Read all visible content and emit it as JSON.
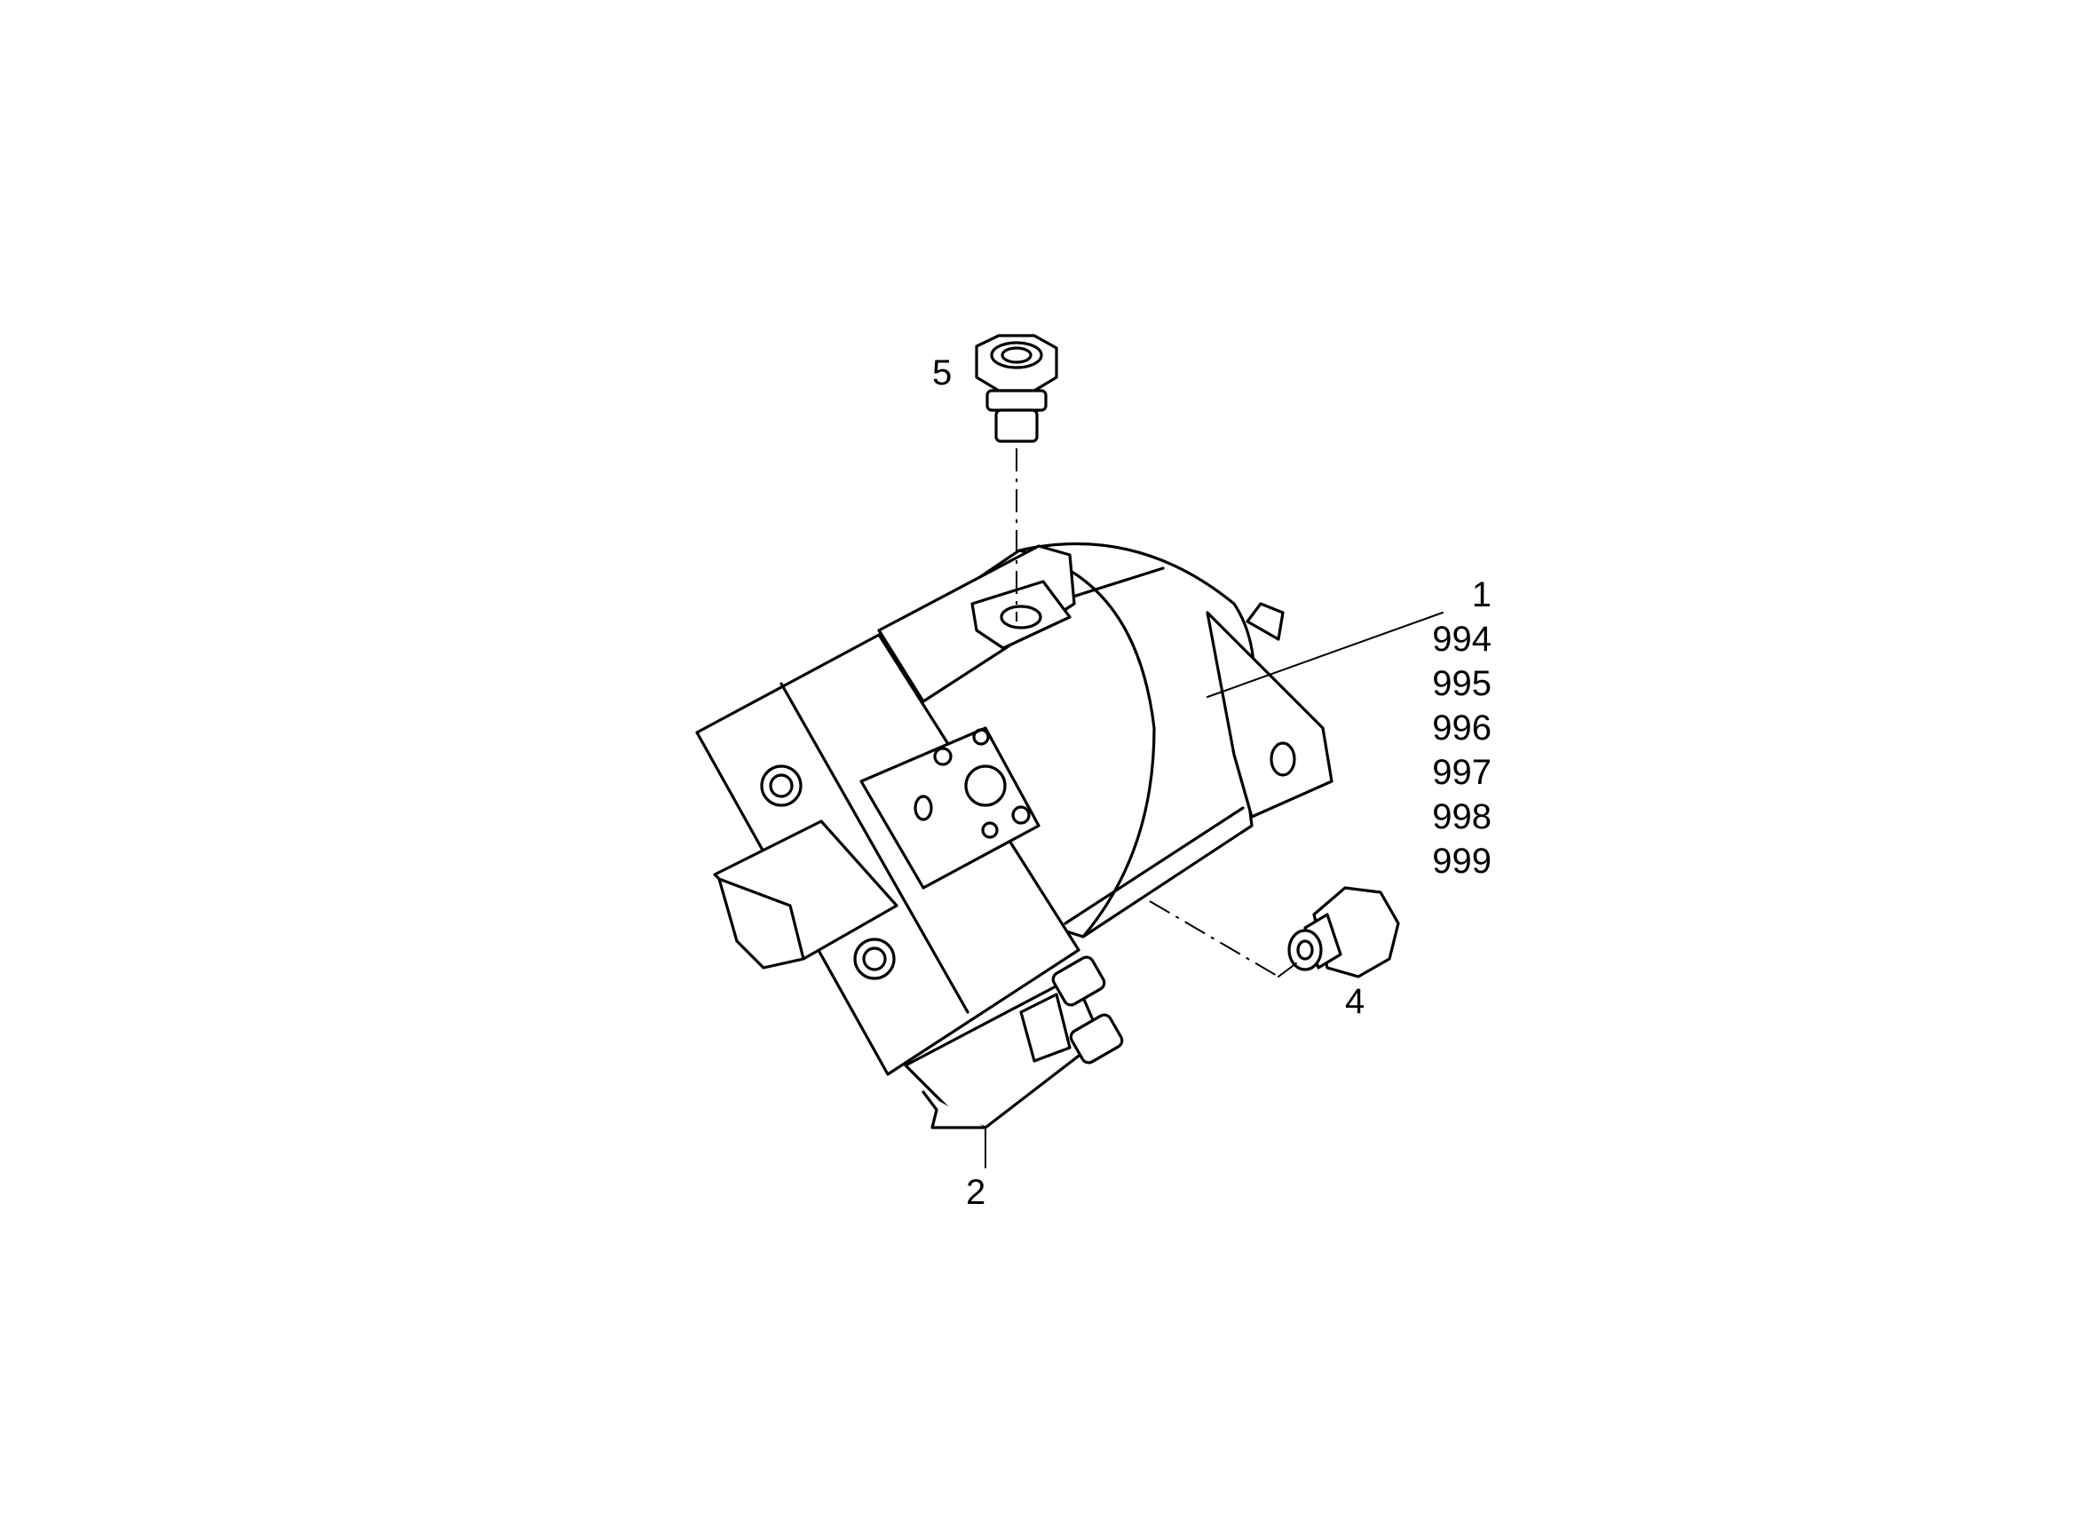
{
  "callouts": {
    "part_5": "5",
    "part_1_group": [
      "1",
      "994",
      "995",
      "996",
      "997",
      "998",
      "999"
    ],
    "part_4": "4",
    "part_2": "2"
  }
}
